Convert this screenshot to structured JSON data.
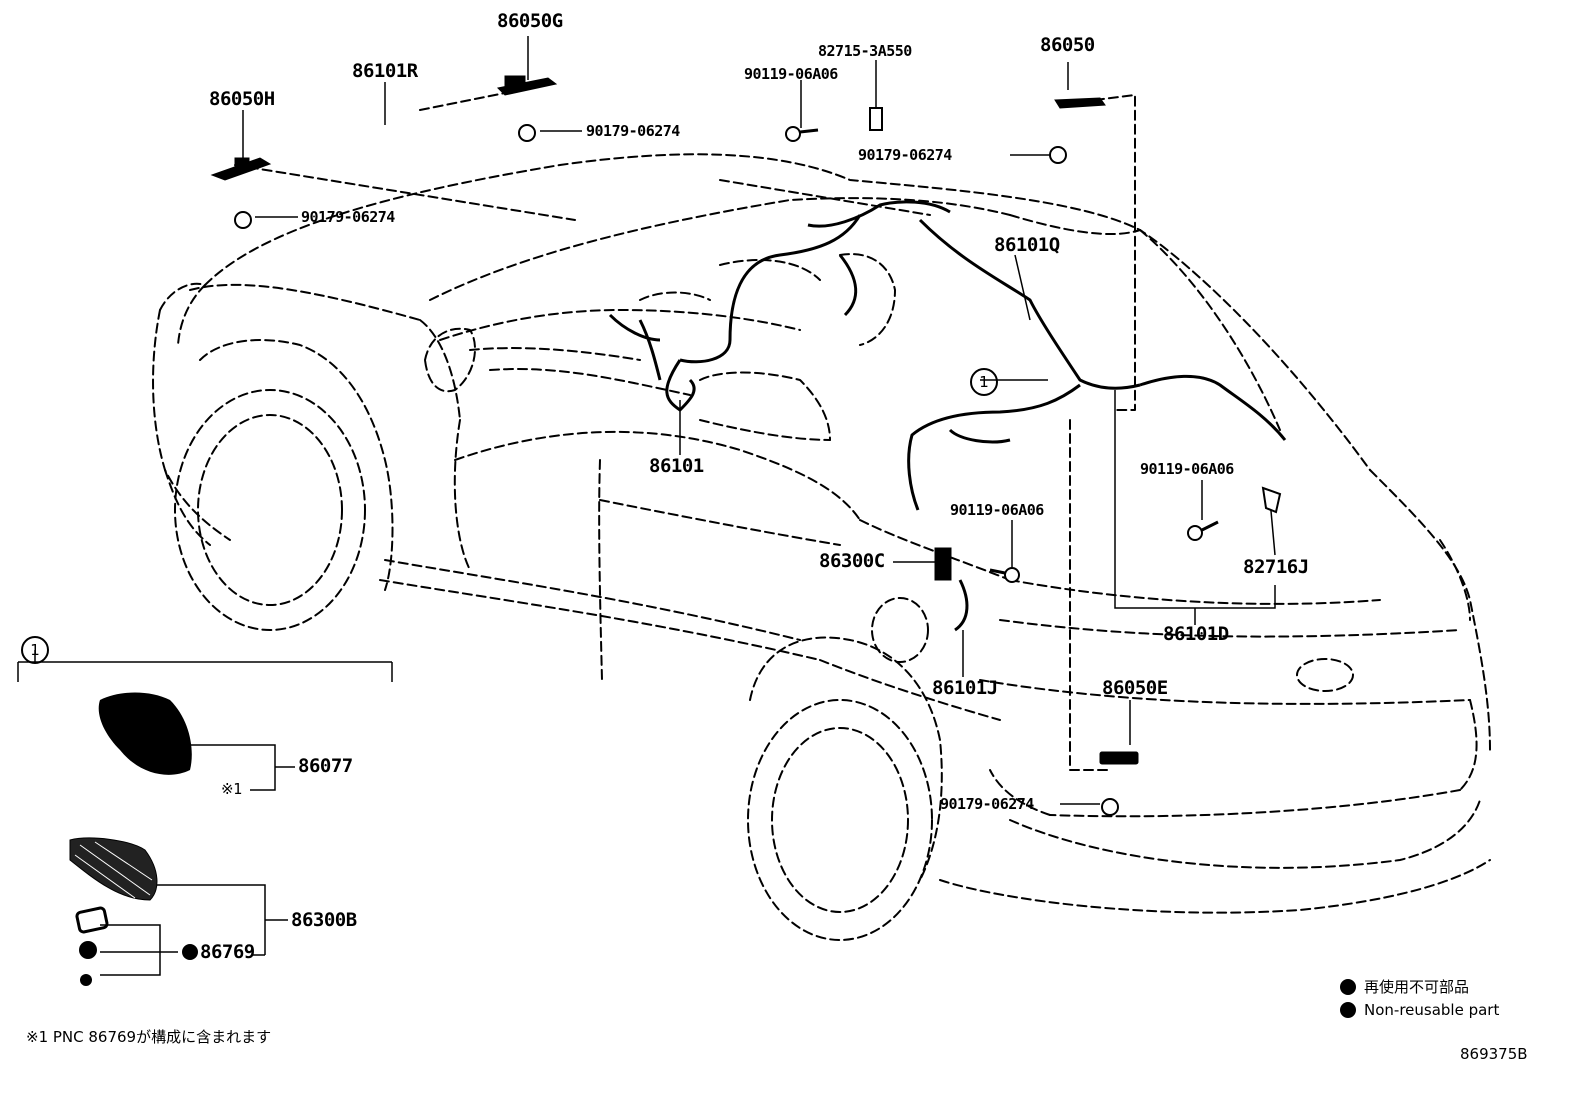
{
  "diagram": {
    "drawing_number": "869375B",
    "callout": "1",
    "parts": {
      "p86050H": "86050H",
      "p86101R": "86101R",
      "p86050G": "86050G",
      "p90119_06A06_top": "90119-06A06",
      "p82715_3A550": "82715-3A550",
      "p86050": "86050",
      "p90179_06274_a": "90179-06274",
      "p90179_06274_b": "90179-06274",
      "p90179_06274_c": "90179-06274",
      "p90179_06274_d": "90179-06274",
      "p86101Q": "86101Q",
      "p86101": "86101",
      "p90119_06A06_mid": "90119-06A06",
      "p90119_06A06_right": "90119-06A06",
      "p86300C": "86300C",
      "p82716J": "82716J",
      "p86101D": "86101D",
      "p86101J": "86101J",
      "p86050E": "86050E",
      "p86077": "86077",
      "p86300B": "86300B",
      "p86769": "86769",
      "note_mark": "※1"
    },
    "legend": {
      "jp": "再使用不可部品",
      "en": "Non-reusable part"
    },
    "footnote": "※1 PNC 86769が構成に含まれます"
  }
}
